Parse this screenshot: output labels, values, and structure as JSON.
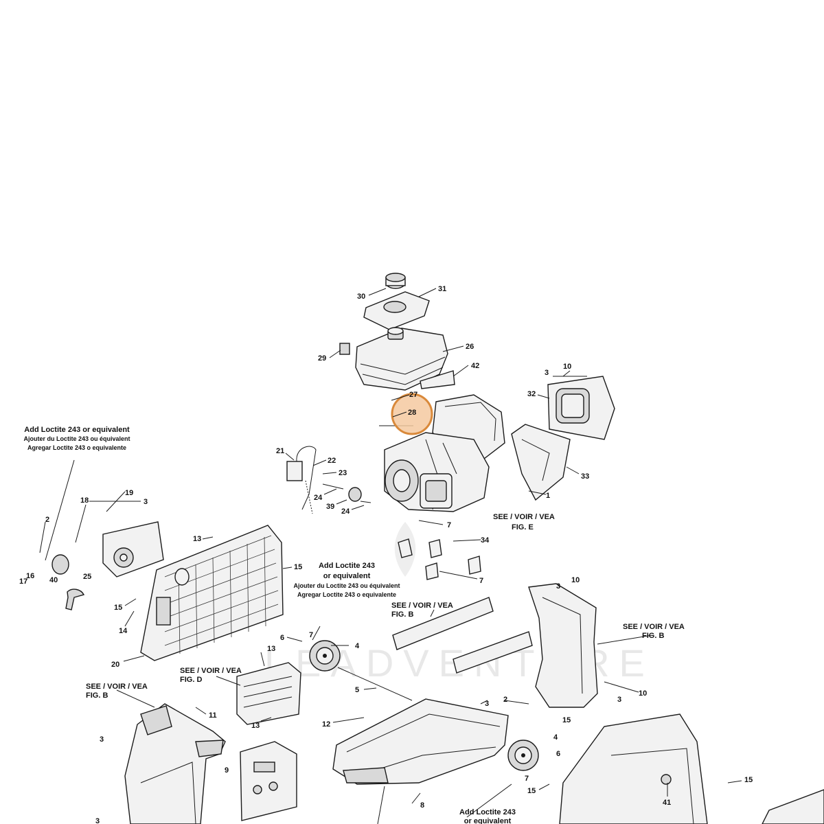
{
  "diagram": {
    "callouts": [
      {
        "id": "c30",
        "label": "30"
      },
      {
        "id": "c31",
        "label": "31"
      },
      {
        "id": "c29",
        "label": "29"
      },
      {
        "id": "c26",
        "label": "26"
      },
      {
        "id": "c42",
        "label": "42"
      },
      {
        "id": "c27",
        "label": "27"
      },
      {
        "id": "c28",
        "label": "28"
      },
      {
        "id": "c10a",
        "label": "10"
      },
      {
        "id": "c3a",
        "label": "3"
      },
      {
        "id": "c32",
        "label": "32"
      },
      {
        "id": "c33",
        "label": "33"
      },
      {
        "id": "c1",
        "label": "1"
      },
      {
        "id": "c21",
        "label": "21"
      },
      {
        "id": "c22",
        "label": "22"
      },
      {
        "id": "c23",
        "label": "23"
      },
      {
        "id": "c24a",
        "label": "24"
      },
      {
        "id": "c39",
        "label": "39"
      },
      {
        "id": "c24b",
        "label": "24"
      },
      {
        "id": "c7a",
        "label": "7"
      },
      {
        "id": "c34",
        "label": "34"
      },
      {
        "id": "c7b",
        "label": "7"
      },
      {
        "id": "c19",
        "label": "19"
      },
      {
        "id": "c18",
        "label": "18"
      },
      {
        "id": "c3b",
        "label": "3"
      },
      {
        "id": "c2a",
        "label": "2"
      },
      {
        "id": "c17",
        "label": "17"
      },
      {
        "id": "c16",
        "label": "16"
      },
      {
        "id": "c40",
        "label": "40"
      },
      {
        "id": "c25",
        "label": "25"
      },
      {
        "id": "c13a",
        "label": "13"
      },
      {
        "id": "c15a",
        "label": "15"
      },
      {
        "id": "c15b",
        "label": "15"
      },
      {
        "id": "c14",
        "label": "14"
      },
      {
        "id": "c20",
        "label": "20"
      },
      {
        "id": "c7c",
        "label": "7"
      },
      {
        "id": "c6a",
        "label": "6"
      },
      {
        "id": "c4a",
        "label": "4"
      },
      {
        "id": "c13b",
        "label": "13"
      },
      {
        "id": "c5",
        "label": "5"
      },
      {
        "id": "c13c",
        "label": "13"
      },
      {
        "id": "c11",
        "label": "11"
      },
      {
        "id": "c12",
        "label": "12"
      },
      {
        "id": "c3c",
        "label": "3"
      },
      {
        "id": "c2b",
        "label": "2"
      },
      {
        "id": "c10b",
        "label": "10"
      },
      {
        "id": "c3d",
        "label": "3"
      },
      {
        "id": "c10c",
        "label": "10"
      },
      {
        "id": "c3e",
        "label": "3"
      },
      {
        "id": "c15c",
        "label": "15"
      },
      {
        "id": "c4b",
        "label": "4"
      },
      {
        "id": "c6b",
        "label": "6"
      },
      {
        "id": "c7d",
        "label": "7"
      },
      {
        "id": "c15d",
        "label": "15"
      },
      {
        "id": "c41",
        "label": "41"
      },
      {
        "id": "c15e",
        "label": "15"
      },
      {
        "id": "c9",
        "label": "9"
      },
      {
        "id": "c8",
        "label": "8"
      },
      {
        "id": "c3f",
        "label": "3"
      },
      {
        "id": "c3g",
        "label": "3"
      }
    ],
    "notes": {
      "loctite_left": [
        "Add Loctite 243 or equivalent",
        "Ajouter du Loctite 243 ou équivalent",
        "Agregar Loctite 243 o equivalente"
      ],
      "loctite_mid": [
        "Add Loctite 243",
        "or equivalent",
        "Ajouter du Loctite 243 ou équivalent",
        "Agregar Loctite 243 o equivalente"
      ],
      "loctite_bottom": [
        "Add Loctite 243",
        "or equivalent"
      ],
      "see_fig_e": [
        "SEE / VOIR / VEA",
        "FIG. E"
      ],
      "see_fig_b_mid": [
        "SEE / VOIR / VEA",
        "FIG. B"
      ],
      "see_fig_b_right": [
        "SEE / VOIR / VEA",
        "FIG. B"
      ],
      "see_fig_d": [
        "SEE / VOIR / VEA",
        "FIG. D"
      ],
      "see_fig_b_left": [
        "SEE / VOIR / VEA",
        "FIG. B"
      ]
    },
    "watermark": "LEADVENTURE",
    "highlight": {
      "label": "28",
      "fill": "#f5c9a0",
      "stroke": "#d9893a"
    }
  }
}
